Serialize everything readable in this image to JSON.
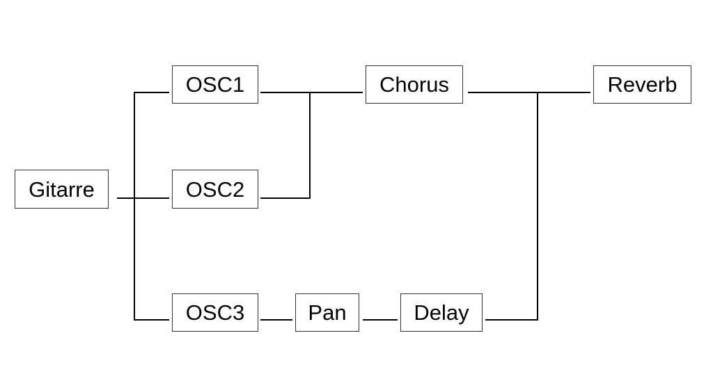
{
  "diagram": {
    "nodes": [
      {
        "id": "gitarre",
        "label": "Gitarre"
      },
      {
        "id": "osc1",
        "label": "OSC1"
      },
      {
        "id": "osc2",
        "label": "OSC2"
      },
      {
        "id": "osc3",
        "label": "OSC3"
      },
      {
        "id": "chorus",
        "label": "Chorus"
      },
      {
        "id": "reverb",
        "label": "Reverb"
      },
      {
        "id": "pan",
        "label": "Pan"
      },
      {
        "id": "delay",
        "label": "Delay"
      }
    ],
    "edges": [
      {
        "from": "gitarre",
        "to": "osc1"
      },
      {
        "from": "gitarre",
        "to": "osc2"
      },
      {
        "from": "gitarre",
        "to": "osc3"
      },
      {
        "from": "osc1",
        "to": "chorus"
      },
      {
        "from": "osc2",
        "to": "chorus"
      },
      {
        "from": "chorus",
        "to": "reverb"
      },
      {
        "from": "osc3",
        "to": "pan"
      },
      {
        "from": "pan",
        "to": "delay"
      },
      {
        "from": "delay",
        "to": "reverb"
      }
    ]
  }
}
